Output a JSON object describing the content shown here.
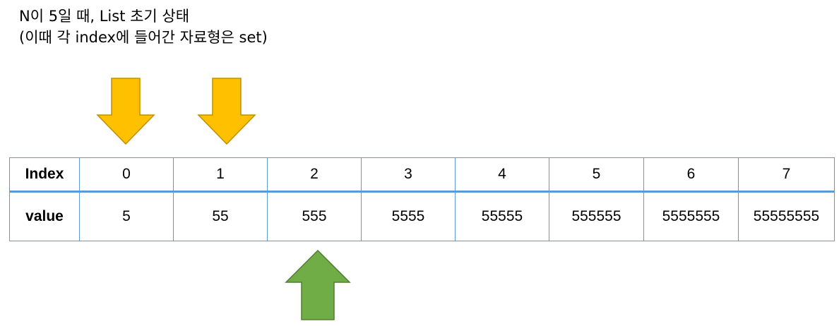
{
  "caption": {
    "line1": "N이 5일 때, List 초기 상태",
    "line2": "(이때 각 index에 들어간 자료형은 set)"
  },
  "colors": {
    "down_arrow": "#ffc000",
    "down_arrow_stroke": "#bf9000",
    "up_arrow": "#70ad47",
    "up_arrow_stroke": "#507e32",
    "table_border": "#5b9bd5"
  },
  "table": {
    "index_header": "Index",
    "value_header": "value",
    "indices": [
      "0",
      "1",
      "2",
      "3",
      "4",
      "5",
      "6",
      "7"
    ],
    "values": [
      "5",
      "55",
      "555",
      "5555",
      "55555",
      "555555",
      "5555555",
      "55555555"
    ]
  },
  "arrows": {
    "down_arrow_columns": [
      0,
      1
    ],
    "up_arrow_column": 2
  }
}
